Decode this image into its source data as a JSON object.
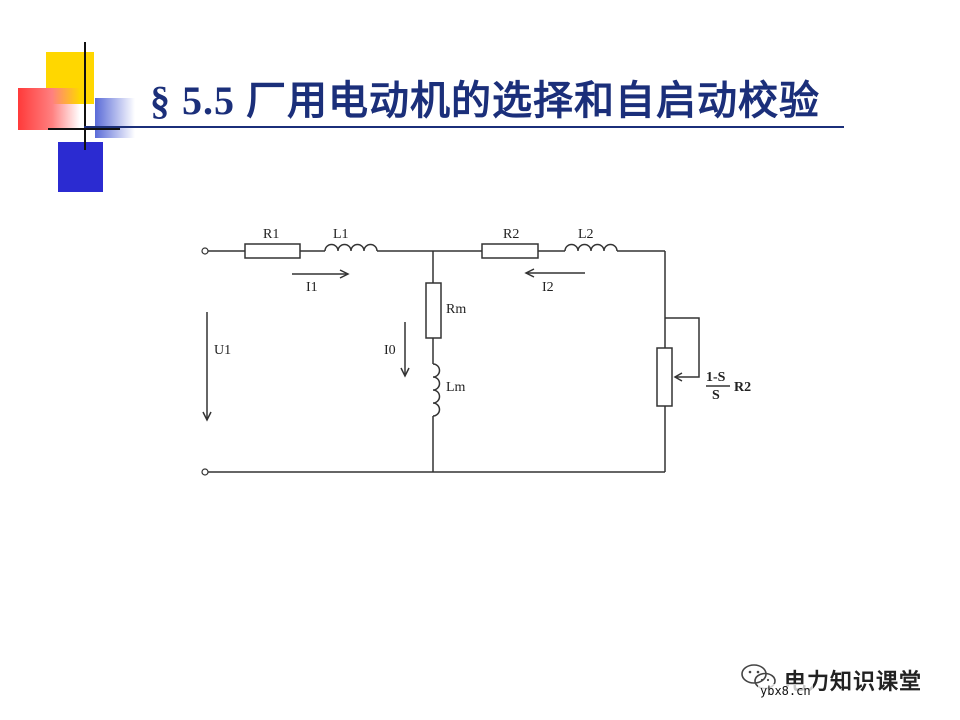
{
  "slide": {
    "title": "§ 5.5 厂用电动机的选择和自启动校验"
  },
  "circuit": {
    "labels": {
      "r1": "R1",
      "l1": "L1",
      "i1": "I1",
      "r2": "R2",
      "l2": "L2",
      "i2": "I2",
      "rm": "Rm",
      "lm": "Lm",
      "i0": "I0",
      "u1": "U1",
      "frac_num": "1-S",
      "frac_den": "S",
      "frac_r": "R2"
    }
  },
  "watermark": {
    "name": "电力知识课堂",
    "site": "ybx8.cn"
  }
}
